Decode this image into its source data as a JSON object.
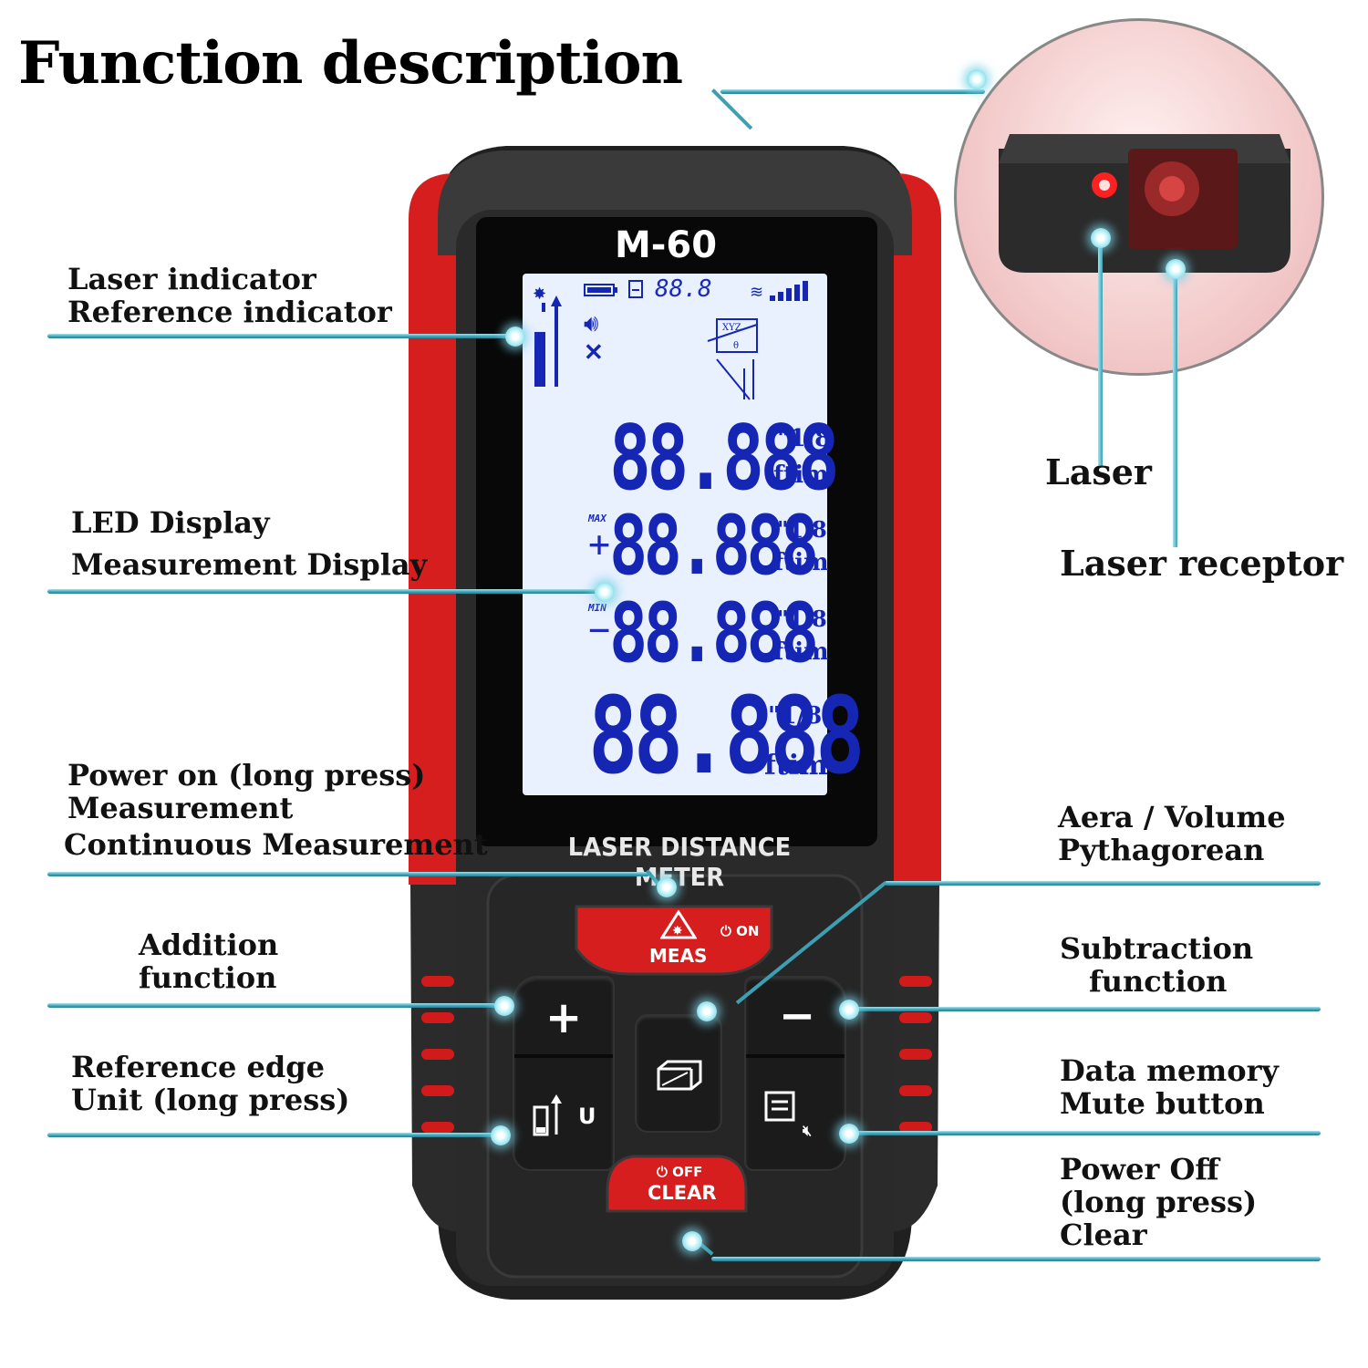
{
  "title": "Function description",
  "device": {
    "model": "M-60",
    "name": "LASER DISTANCE METER",
    "colors": {
      "body_red": "#d61e1e",
      "body_dark": "#2a2a2a",
      "lcd_bg": "#e8f0ff",
      "lcd_digit": "#1626b4",
      "callout": "#3aa3b6"
    }
  },
  "lcd": {
    "status_value": "88.8",
    "row1": {
      "digits": "88.888",
      "fraction": "\"1/8",
      "unit": "ftim"
    },
    "row2": {
      "tag": "MAX",
      "sign": "+",
      "digits": "88.888",
      "fraction": "\"1/8",
      "unit": "ftim"
    },
    "row3": {
      "tag": "MIN",
      "sign": "−",
      "digits": "88.888",
      "fraction": "\"1/8",
      "unit": "ftim"
    },
    "row4": {
      "digits": "88.888",
      "fraction": "\"1/8",
      "unit": "ftim"
    }
  },
  "keys": {
    "meas": {
      "label": "MEAS",
      "on": "ON"
    },
    "plus": "+",
    "minus": "−",
    "unit_letter": "U",
    "clear": {
      "label": "CLEAR",
      "off": "OFF"
    }
  },
  "labels": {
    "laser_indicator": [
      "Laser indicator",
      "Reference indicator"
    ],
    "led_display": [
      "LED Display",
      "Measurement Display"
    ],
    "power_on": [
      "Power on (long press)",
      "Measurement",
      "Continuous Measurement"
    ],
    "addition": [
      "Addition",
      "function"
    ],
    "reference_edge": [
      "Reference edge",
      "Unit (long press)"
    ],
    "laser": "Laser",
    "laser_receptor": "Laser receptor",
    "area_volume": [
      "Aera / Volume",
      "Pythagorean"
    ],
    "subtraction": [
      "Subtraction",
      "function"
    ],
    "data_memory": [
      "Data memory",
      "Mute button"
    ],
    "power_off": [
      "Power Off",
      "(long press)",
      "Clear"
    ]
  }
}
